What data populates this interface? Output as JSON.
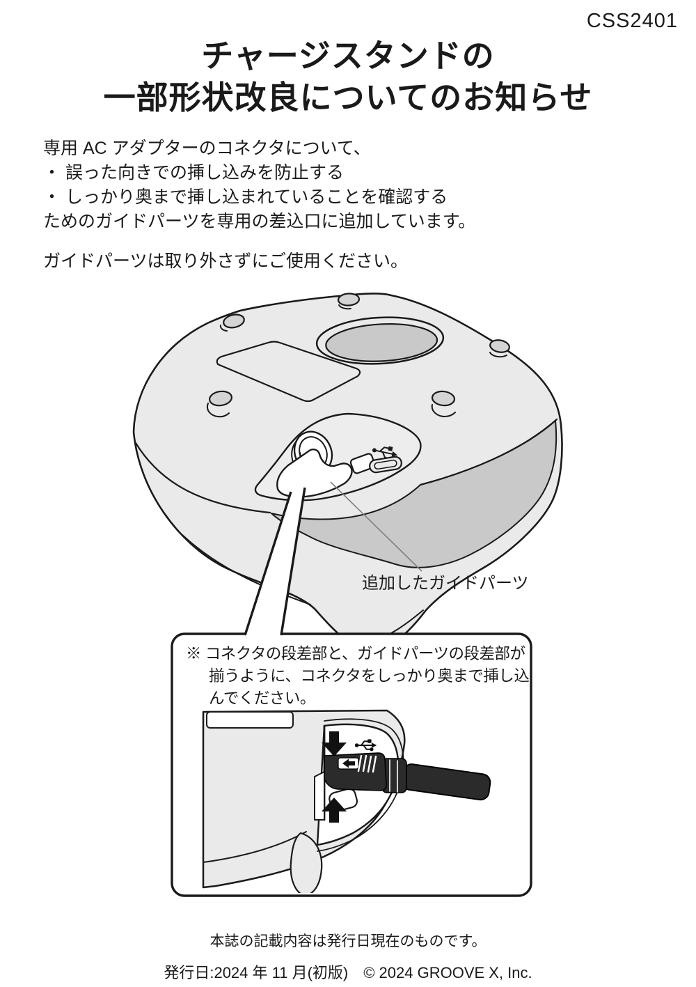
{
  "doc_code": "CSS2401",
  "title": {
    "line1": "チャージスタンドの",
    "line2": "一部形状改良についてのお知らせ"
  },
  "intro": {
    "line1": "専用 AC アダプターのコネクタについて、",
    "bullet1": "・ 誤った向きでの挿し込みを防止する",
    "bullet2": "・ しっかり奥まで挿し込まれていることを確認する",
    "line2": "ためのガイドパーツを専用の差込口に追加しています。",
    "note": "ガイドパーツは取り外さずにご使用ください。"
  },
  "figure": {
    "guide_label": "追加したガイドパーツ",
    "icons": {
      "usb": "usb-trident"
    }
  },
  "callout": {
    "line1": "※ コネクタの段差部と、ガイドパーツの段差部が",
    "line2": "揃うように、コネクタをしっかり奥まで挿し込",
    "line3": "んでください。"
  },
  "footer": {
    "line1": "本誌の記載内容は発行日現在のものです。",
    "line2": "発行日:2024 年 11 月(初版)　© 2024 GROOVE X, Inc."
  },
  "colors": {
    "body_gray": "#eaeaea",
    "shadow_gray": "#c9c9c9",
    "foot_gray": "#d4d4d4",
    "line": "#1a1a1a",
    "plug_black": "#2b2b2b"
  }
}
